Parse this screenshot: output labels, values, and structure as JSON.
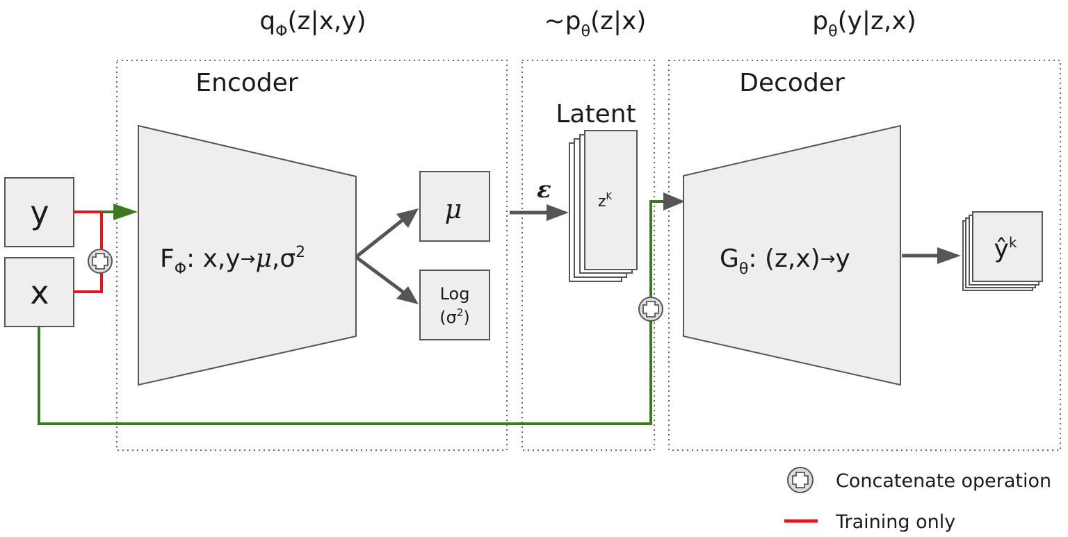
{
  "headers": {
    "encoder_dist": {
      "base": "q",
      "sub": "Φ",
      "rest": "(z|x,y)"
    },
    "prior_dist": {
      "base": "~p",
      "sub": "θ",
      "rest": "(z|x)"
    },
    "decoder_dist": {
      "base": "p",
      "sub": "θ",
      "rest": "(y|z,x)"
    }
  },
  "panels": {
    "encoder": "Encoder",
    "latent": "Latent",
    "decoder": "Decoder"
  },
  "inputs": {
    "y": "y",
    "x": "x"
  },
  "encoder_fn": {
    "base": "F",
    "sub": "Φ",
    "rest": ": x,y",
    "arrow": "→",
    "mu": "μ",
    "tail": ",σ",
    "sup": "2"
  },
  "outputs": {
    "mu": "μ",
    "logvar_line1": "Log",
    "logvar_line2_pre": "(σ",
    "logvar_sup": "2",
    "logvar_line2_post": ")"
  },
  "latent": {
    "epsilon": "ε",
    "z_base": "z",
    "z_sup": "K"
  },
  "decoder_fn": {
    "base": "G",
    "sub": "θ",
    "rest": ": (z,x)",
    "arrow": "→",
    "tail": "y"
  },
  "prediction": {
    "base": "ŷ",
    "sup": "k"
  },
  "legend": {
    "concat": "Concatenate operation",
    "training": "Training only"
  },
  "colors": {
    "training_line": "#e8141b",
    "data_line": "#3b7a1f",
    "block_fill": "#eeeeee",
    "block_stroke": "#555555",
    "arrow": "#555555"
  }
}
